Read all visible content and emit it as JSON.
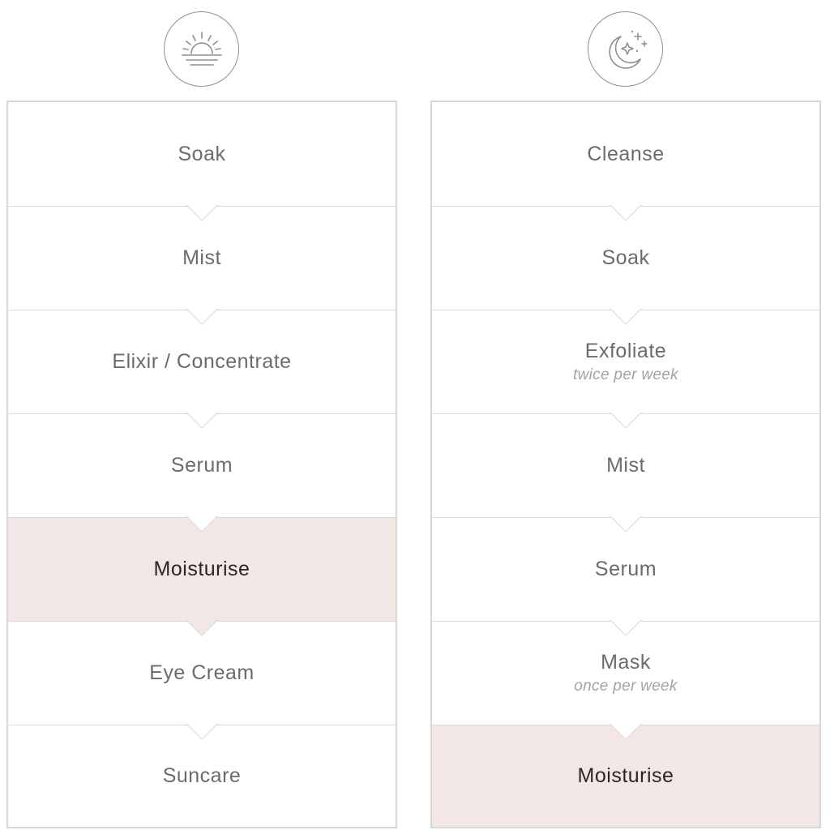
{
  "morning": {
    "icon": "sunrise-icon",
    "steps": [
      {
        "label": "Soak",
        "note": "",
        "highlighted": false
      },
      {
        "label": "Mist",
        "note": "",
        "highlighted": false
      },
      {
        "label": "Elixir / Concentrate",
        "note": "",
        "highlighted": false
      },
      {
        "label": "Serum",
        "note": "",
        "highlighted": false
      },
      {
        "label": "Moisturise",
        "note": "",
        "highlighted": true
      },
      {
        "label": "Eye Cream",
        "note": "",
        "highlighted": false
      },
      {
        "label": "Suncare",
        "note": "",
        "highlighted": false
      }
    ]
  },
  "evening": {
    "icon": "moon-stars-icon",
    "steps": [
      {
        "label": "Cleanse",
        "note": "",
        "highlighted": false
      },
      {
        "label": "Soak",
        "note": "",
        "highlighted": false
      },
      {
        "label": "Exfoliate",
        "note": "twice per week",
        "highlighted": false
      },
      {
        "label": "Mist",
        "note": "",
        "highlighted": false
      },
      {
        "label": "Serum",
        "note": "",
        "highlighted": false
      },
      {
        "label": "Mask",
        "note": "once per week",
        "highlighted": false
      },
      {
        "label": "Moisturise",
        "note": "",
        "highlighted": true
      }
    ]
  },
  "colors": {
    "highlight": "#f3e7e5",
    "border": "#d8d8d8",
    "text": "#6b6b6b",
    "highlight_text": "#2b2526",
    "note_text": "#a3a3a3"
  }
}
